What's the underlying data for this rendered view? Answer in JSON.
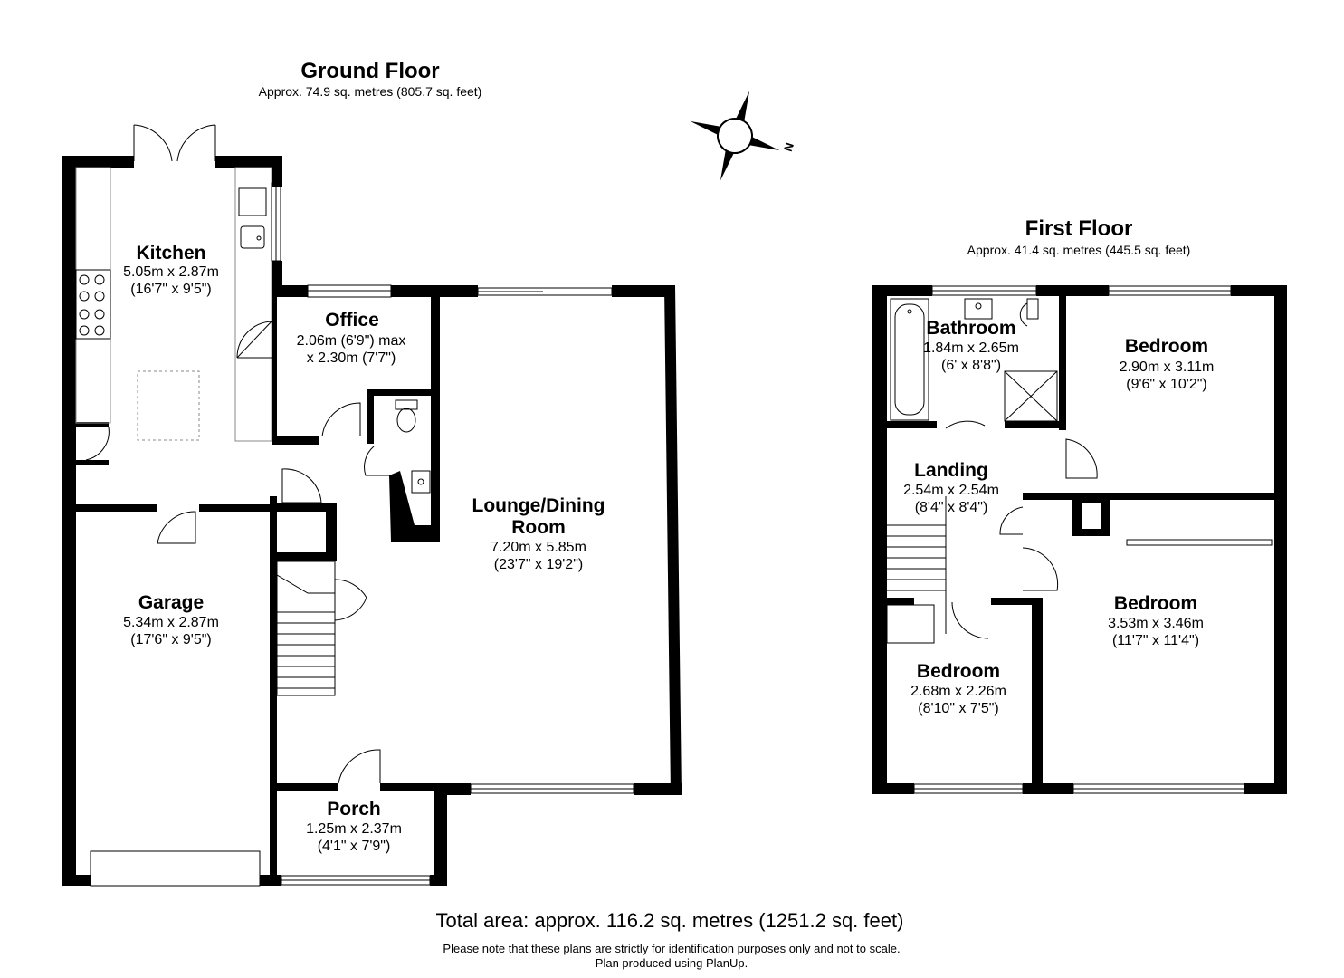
{
  "ground_floor": {
    "title": "Ground Floor",
    "area": "Approx. 74.9 sq. metres (805.7 sq. feet)",
    "rooms": [
      {
        "name": "Kitchen",
        "dim_m": "5.05m x 2.87m",
        "dim_ft": "(16'7\" x 9'5\")"
      },
      {
        "name": "Office",
        "dim_m": "2.06m (6'9\") max",
        "dim_ft": "x 2.30m (7'7\")"
      },
      {
        "name_line1": "Lounge/Dining",
        "name_line2": "Room",
        "dim_m": "7.20m x 5.85m",
        "dim_ft": "(23'7\" x 19'2\")"
      },
      {
        "name": "Garage",
        "dim_m": "5.34m x 2.87m",
        "dim_ft": "(17'6\" x 9'5\")"
      },
      {
        "name": "Porch",
        "dim_m": "1.25m x 2.37m",
        "dim_ft": "(4'1\" x 7'9\")"
      }
    ]
  },
  "first_floor": {
    "title": "First Floor",
    "area": "Approx. 41.4 sq. metres (445.5 sq. feet)",
    "rooms": [
      {
        "name": "Bathroom",
        "dim_m": "1.84m x 2.65m",
        "dim_ft": "(6' x 8'8\")"
      },
      {
        "name": "Bedroom",
        "dim_m": "2.90m x 3.11m",
        "dim_ft": "(9'6\" x 10'2\")"
      },
      {
        "name": "Landing",
        "dim_m": "2.54m x 2.54m",
        "dim_ft": "(8'4\" x 8'4\")"
      },
      {
        "name": "Bedroom",
        "dim_m": "3.53m x 3.46m",
        "dim_ft": "(11'7\" x 11'4\")"
      },
      {
        "name": "Bedroom",
        "dim_m": "2.68m x 2.26m",
        "dim_ft": "(8'10\" x 7'5\")"
      }
    ]
  },
  "compass": {
    "label": "N",
    "icon": "compass-rose-icon"
  },
  "footer": {
    "total": "Total area: approx. 116.2 sq. metres (1251.2 sq. feet)",
    "note1": "Please note that these plans are strictly for identification purposes only and not to scale.",
    "note2": "Plan produced using PlanUp."
  },
  "colors": {
    "wall": "#000000",
    "fixture": "#888888",
    "background": "#ffffff"
  }
}
